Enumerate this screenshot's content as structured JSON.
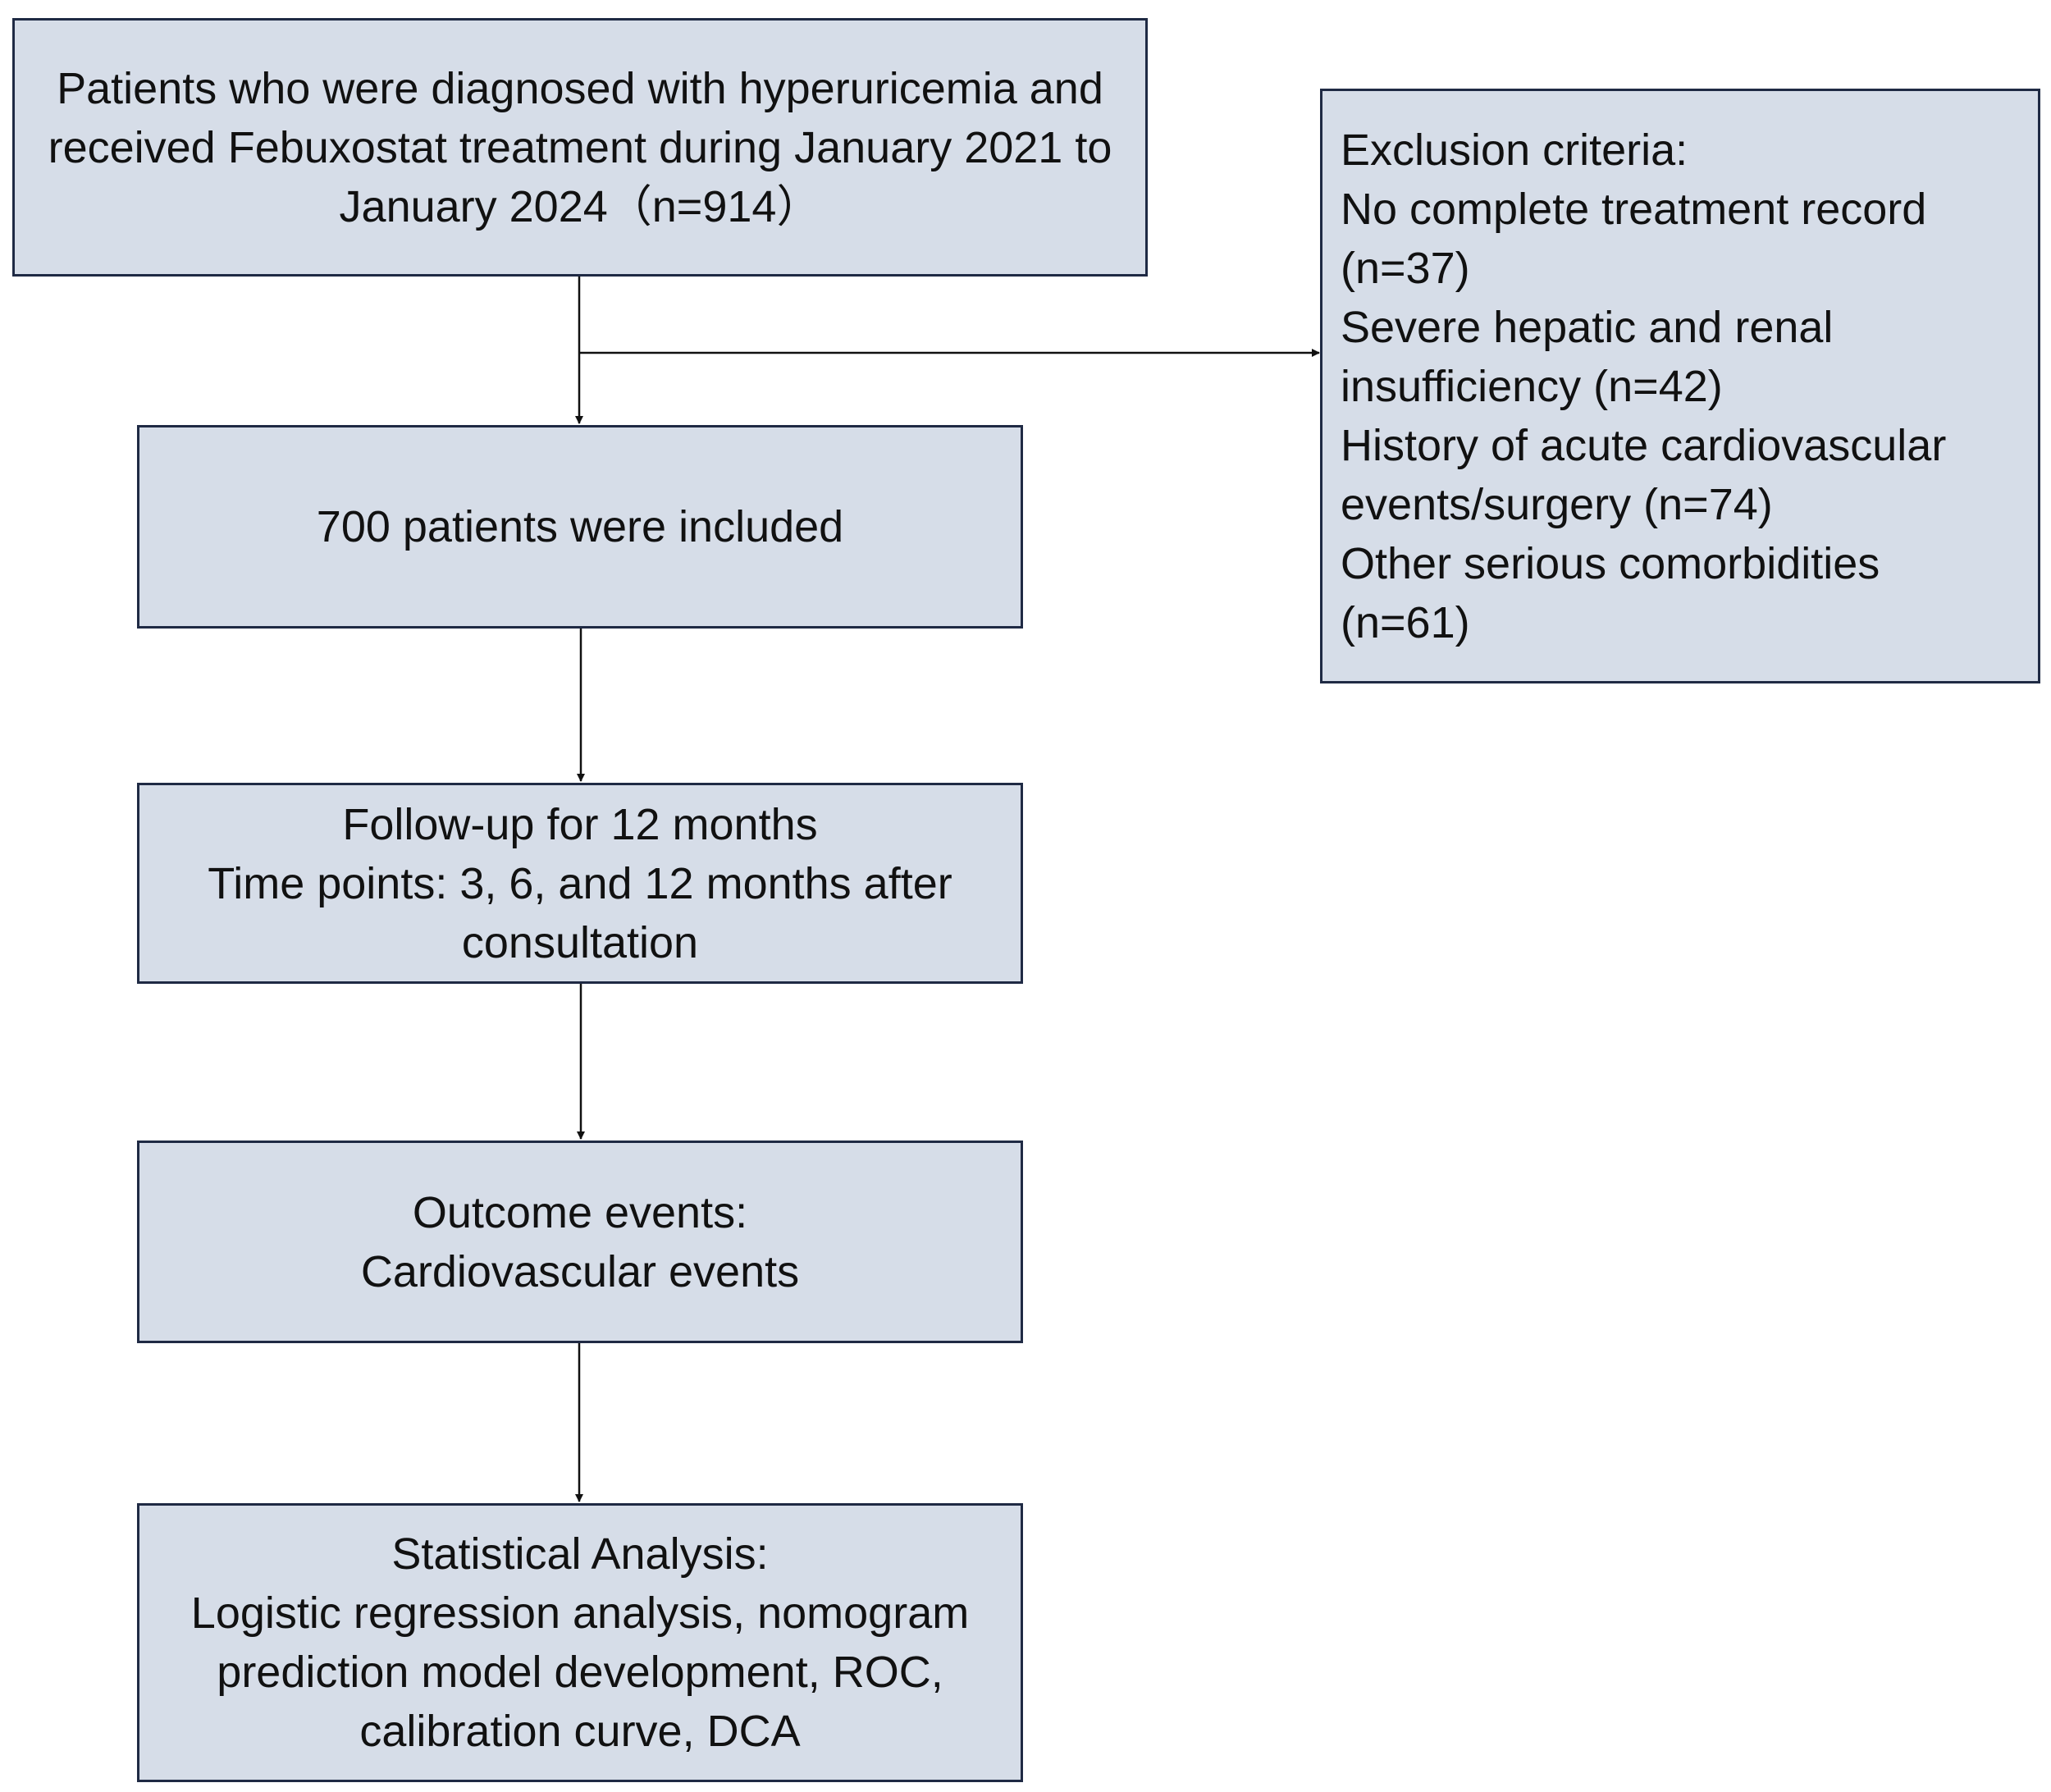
{
  "flowchart": {
    "start": {
      "lines": [
        "Patients who were diagnosed with hyperuricemia and",
        "received Febuxostat treatment during January 2021 to",
        "January 2024（n=914）"
      ]
    },
    "exclusion": {
      "lines": [
        "Exclusion criteria:",
        "No complete treatment record",
        "(n=37)",
        "Severe hepatic and renal",
        "insufficiency (n=42)",
        "History of acute cardiovascular",
        "events/surgery (n=74)",
        "Other serious comorbidities",
        "(n=61)"
      ]
    },
    "included": {
      "lines": [
        "700 patients were included"
      ]
    },
    "followup": {
      "lines": [
        "Follow-up for 12 months",
        "Time points: 3, 6, and 12 months after",
        "consultation"
      ]
    },
    "outcome": {
      "lines": [
        "Outcome events:",
        "Cardiovascular events"
      ]
    },
    "analysis": {
      "lines": [
        "Statistical Analysis:",
        "Logistic regression analysis, nomogram",
        "prediction model development, ROC,",
        "calibration curve, DCA"
      ]
    }
  },
  "colors": {
    "box_fill": "#d6dde8",
    "box_border": "#1f2a44",
    "connector": "#111111"
  }
}
